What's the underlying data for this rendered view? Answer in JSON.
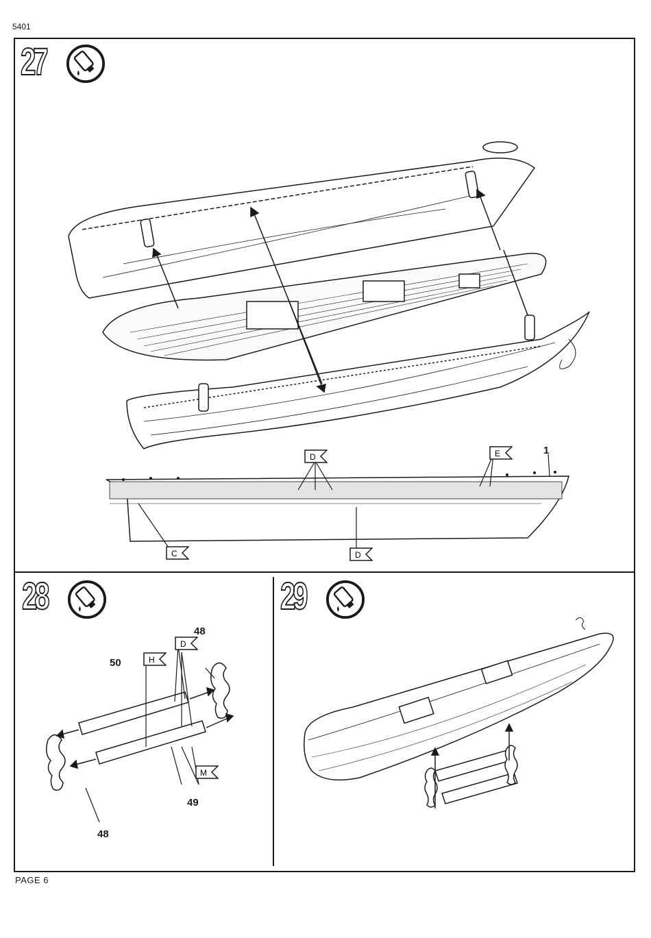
{
  "document": {
    "code": "5401",
    "page_label": "PAGE 6"
  },
  "steps": [
    {
      "number": "27",
      "glue_icon": "glue-tube-icon"
    },
    {
      "number": "28",
      "glue_icon": "glue-tube-icon"
    },
    {
      "number": "29",
      "glue_icon": "glue-tube-icon"
    }
  ],
  "step27": {
    "flags": [
      "D",
      "E",
      "C",
      "D"
    ],
    "part_numbers": [
      "1"
    ]
  },
  "step28": {
    "flags": [
      "H",
      "D",
      "M"
    ],
    "part_numbers": [
      "48",
      "50",
      "49",
      "48"
    ]
  },
  "colors": {
    "ink": "#1a1a1a",
    "paper": "#ffffff"
  }
}
